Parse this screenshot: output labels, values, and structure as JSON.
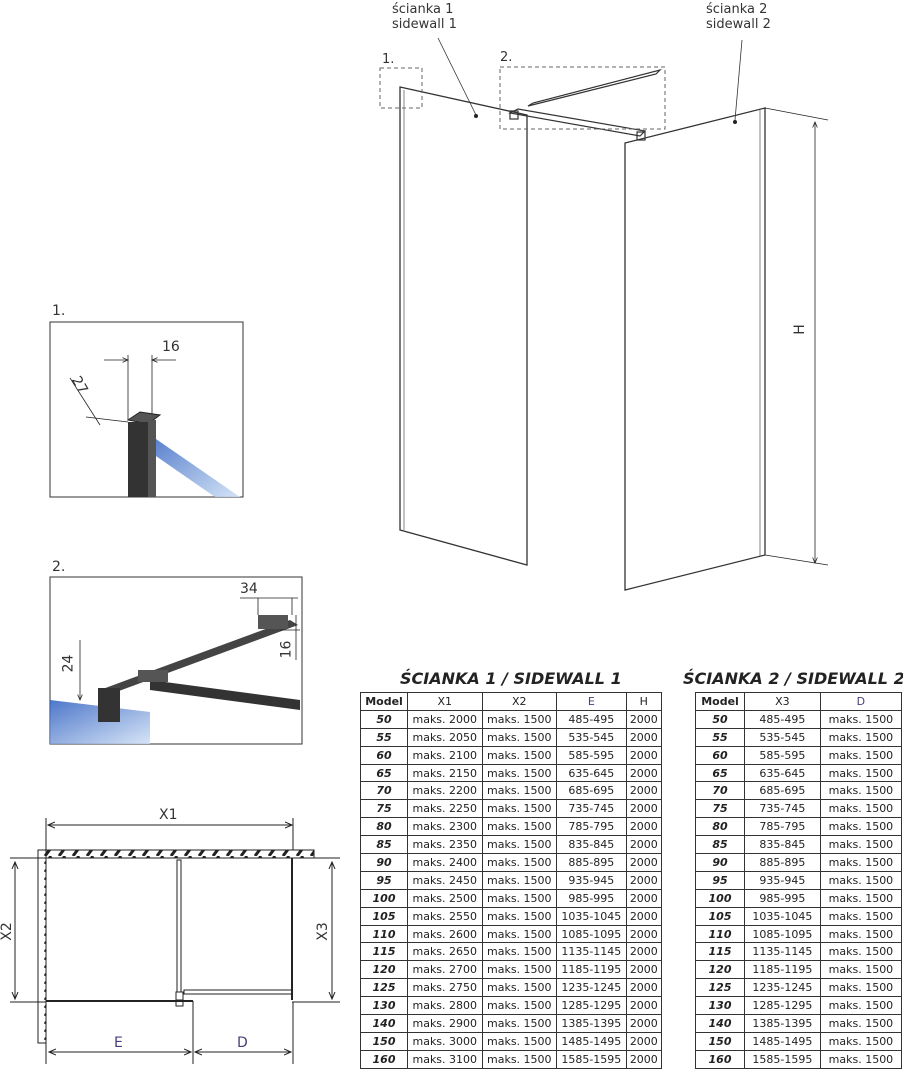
{
  "drawing": {
    "sidewall1_label": [
      "ścianka 1",
      "sidewall 1"
    ],
    "sidewall2_label": [
      "ścianka 2",
      "sidewall 2"
    ],
    "detail1_marker": "1.",
    "detail2_marker": "2.",
    "height_label": "H",
    "detail1": {
      "title": "1.",
      "dim_width": "16",
      "dim_depth": "27"
    },
    "detail2": {
      "title": "2.",
      "dim_width": "34",
      "dim_height_bar": "16",
      "dim_height": "24"
    },
    "plan": {
      "x1": "X1",
      "x2": "X2",
      "x3": "X3",
      "e": "E",
      "d": "D"
    },
    "colors": {
      "glass": "#4a7fd0",
      "profile": "#3a3a3a",
      "dim_accent": "#4a3c7a"
    }
  },
  "table1": {
    "title": "ŚCIANKA 1 / SIDEWALL 1",
    "headers": [
      "Model",
      "X1",
      "X2",
      "E",
      "H"
    ],
    "rows": [
      [
        "50",
        "maks. 2000",
        "maks. 1500",
        "485-495",
        "2000"
      ],
      [
        "55",
        "maks. 2050",
        "maks. 1500",
        "535-545",
        "2000"
      ],
      [
        "60",
        "maks. 2100",
        "maks. 1500",
        "585-595",
        "2000"
      ],
      [
        "65",
        "maks. 2150",
        "maks. 1500",
        "635-645",
        "2000"
      ],
      [
        "70",
        "maks. 2200",
        "maks. 1500",
        "685-695",
        "2000"
      ],
      [
        "75",
        "maks. 2250",
        "maks. 1500",
        "735-745",
        "2000"
      ],
      [
        "80",
        "maks. 2300",
        "maks. 1500",
        "785-795",
        "2000"
      ],
      [
        "85",
        "maks. 2350",
        "maks. 1500",
        "835-845",
        "2000"
      ],
      [
        "90",
        "maks. 2400",
        "maks. 1500",
        "885-895",
        "2000"
      ],
      [
        "95",
        "maks. 2450",
        "maks. 1500",
        "935-945",
        "2000"
      ],
      [
        "100",
        "maks. 2500",
        "maks. 1500",
        "985-995",
        "2000"
      ],
      [
        "105",
        "maks. 2550",
        "maks. 1500",
        "1035-1045",
        "2000"
      ],
      [
        "110",
        "maks. 2600",
        "maks. 1500",
        "1085-1095",
        "2000"
      ],
      [
        "115",
        "maks. 2650",
        "maks. 1500",
        "1135-1145",
        "2000"
      ],
      [
        "120",
        "maks. 2700",
        "maks. 1500",
        "1185-1195",
        "2000"
      ],
      [
        "125",
        "maks. 2750",
        "maks. 1500",
        "1235-1245",
        "2000"
      ],
      [
        "130",
        "maks. 2800",
        "maks. 1500",
        "1285-1295",
        "2000"
      ],
      [
        "140",
        "maks. 2900",
        "maks. 1500",
        "1385-1395",
        "2000"
      ],
      [
        "150",
        "maks. 3000",
        "maks. 1500",
        "1485-1495",
        "2000"
      ],
      [
        "160",
        "maks. 3100",
        "maks. 1500",
        "1585-1595",
        "2000"
      ]
    ]
  },
  "table2": {
    "title": "ŚCIANKA 2 / SIDEWALL 2",
    "headers": [
      "Model",
      "X3",
      "D"
    ],
    "rows": [
      [
        "50",
        "485-495",
        "maks. 1500"
      ],
      [
        "55",
        "535-545",
        "maks. 1500"
      ],
      [
        "60",
        "585-595",
        "maks. 1500"
      ],
      [
        "65",
        "635-645",
        "maks. 1500"
      ],
      [
        "70",
        "685-695",
        "maks. 1500"
      ],
      [
        "75",
        "735-745",
        "maks. 1500"
      ],
      [
        "80",
        "785-795",
        "maks. 1500"
      ],
      [
        "85",
        "835-845",
        "maks. 1500"
      ],
      [
        "90",
        "885-895",
        "maks. 1500"
      ],
      [
        "95",
        "935-945",
        "maks. 1500"
      ],
      [
        "100",
        "985-995",
        "maks. 1500"
      ],
      [
        "105",
        "1035-1045",
        "maks. 1500"
      ],
      [
        "110",
        "1085-1095",
        "maks. 1500"
      ],
      [
        "115",
        "1135-1145",
        "maks. 1500"
      ],
      [
        "120",
        "1185-1195",
        "maks. 1500"
      ],
      [
        "125",
        "1235-1245",
        "maks. 1500"
      ],
      [
        "130",
        "1285-1295",
        "maks. 1500"
      ],
      [
        "140",
        "1385-1395",
        "maks. 1500"
      ],
      [
        "150",
        "1485-1495",
        "maks. 1500"
      ],
      [
        "160",
        "1585-1595",
        "maks. 1500"
      ]
    ]
  }
}
